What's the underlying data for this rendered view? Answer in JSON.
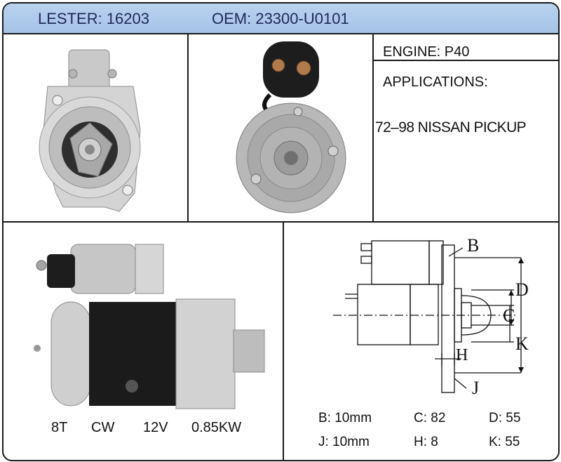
{
  "header": {
    "lester": "LESTER: 16203",
    "oem": "OEM: 23300-U0101"
  },
  "info": {
    "engine": "ENGINE: P40",
    "applications_label": "APPLICATIONS:",
    "application": "72–98 NISSAN PICKUP"
  },
  "motor_specs": [
    "8T",
    "CW",
    "12V",
    "0.85KW"
  ],
  "diagram": {
    "labels": {
      "b": "B",
      "c": "C",
      "d": "D",
      "h": "H",
      "j": "J",
      "k": "K"
    },
    "dimensions": {
      "b": "B: 10mm",
      "c": "C: 82",
      "d": "D: 55",
      "j": "J: 10mm",
      "h": "H: 8",
      "k": "K: 55"
    }
  },
  "colors": {
    "header_bg": "#b2cdec",
    "header_text": "#202a5a",
    "border": "#1a1a1a"
  },
  "images": [
    "starter-front-view",
    "starter-rear-view",
    "starter-side-view"
  ]
}
